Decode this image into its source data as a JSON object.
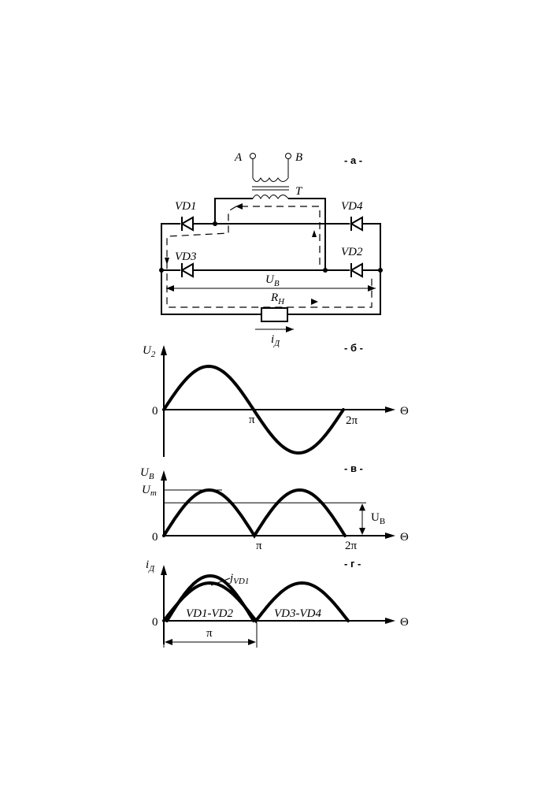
{
  "circuit": {
    "tag": "- а -",
    "terminal_a": "A",
    "terminal_b": "B",
    "transformer": "T",
    "vd1": "VD1",
    "vd2": "VD2",
    "vd3": "VD3",
    "vd4": "VD4",
    "ub_main": "U",
    "ub_sub": "В",
    "rn_main": "R",
    "rn_sub": "Н",
    "id_main": "i",
    "id_sub": "Д"
  },
  "chart_data": [
    {
      "type": "line",
      "tag": "- б -",
      "ylabel_main": "U",
      "ylabel_sub": "2",
      "xlabel": "Θ",
      "origin_label": "0",
      "ticks": [
        "π",
        "2π"
      ],
      "x": [
        0,
        0.5,
        1,
        1.5,
        2
      ],
      "series": [
        {
          "values": [
            0,
            1,
            0,
            -1,
            0
          ]
        }
      ]
    },
    {
      "type": "line",
      "tag": "- в -",
      "ylabel_main": "U",
      "ylabel_sub": "В",
      "um_main": "U",
      "um_sub": "m",
      "ub_right_main": "U",
      "ub_right_sub": "В",
      "xlabel": "Θ",
      "origin_label": "0",
      "ticks": [
        "π",
        "2π"
      ],
      "x": [
        0,
        0.5,
        1,
        1.5,
        2
      ],
      "series": [
        {
          "values": [
            0,
            1,
            0,
            1,
            0
          ]
        }
      ],
      "average_level": 0.72
    },
    {
      "type": "line",
      "tag": "- г -",
      "ylabel_main": "i",
      "ylabel_sub": "Д",
      "jvd1_main": "j",
      "jvd1_sub": "VD1",
      "xlabel": "Θ",
      "origin_label": "0",
      "period_label": "π",
      "region_1": "VD1-VD2",
      "region_2": "VD3-VD4",
      "x": [
        0,
        0.5,
        1,
        1.5,
        2
      ],
      "series": [
        {
          "values": [
            0,
            1,
            0,
            1,
            0
          ]
        }
      ]
    }
  ]
}
